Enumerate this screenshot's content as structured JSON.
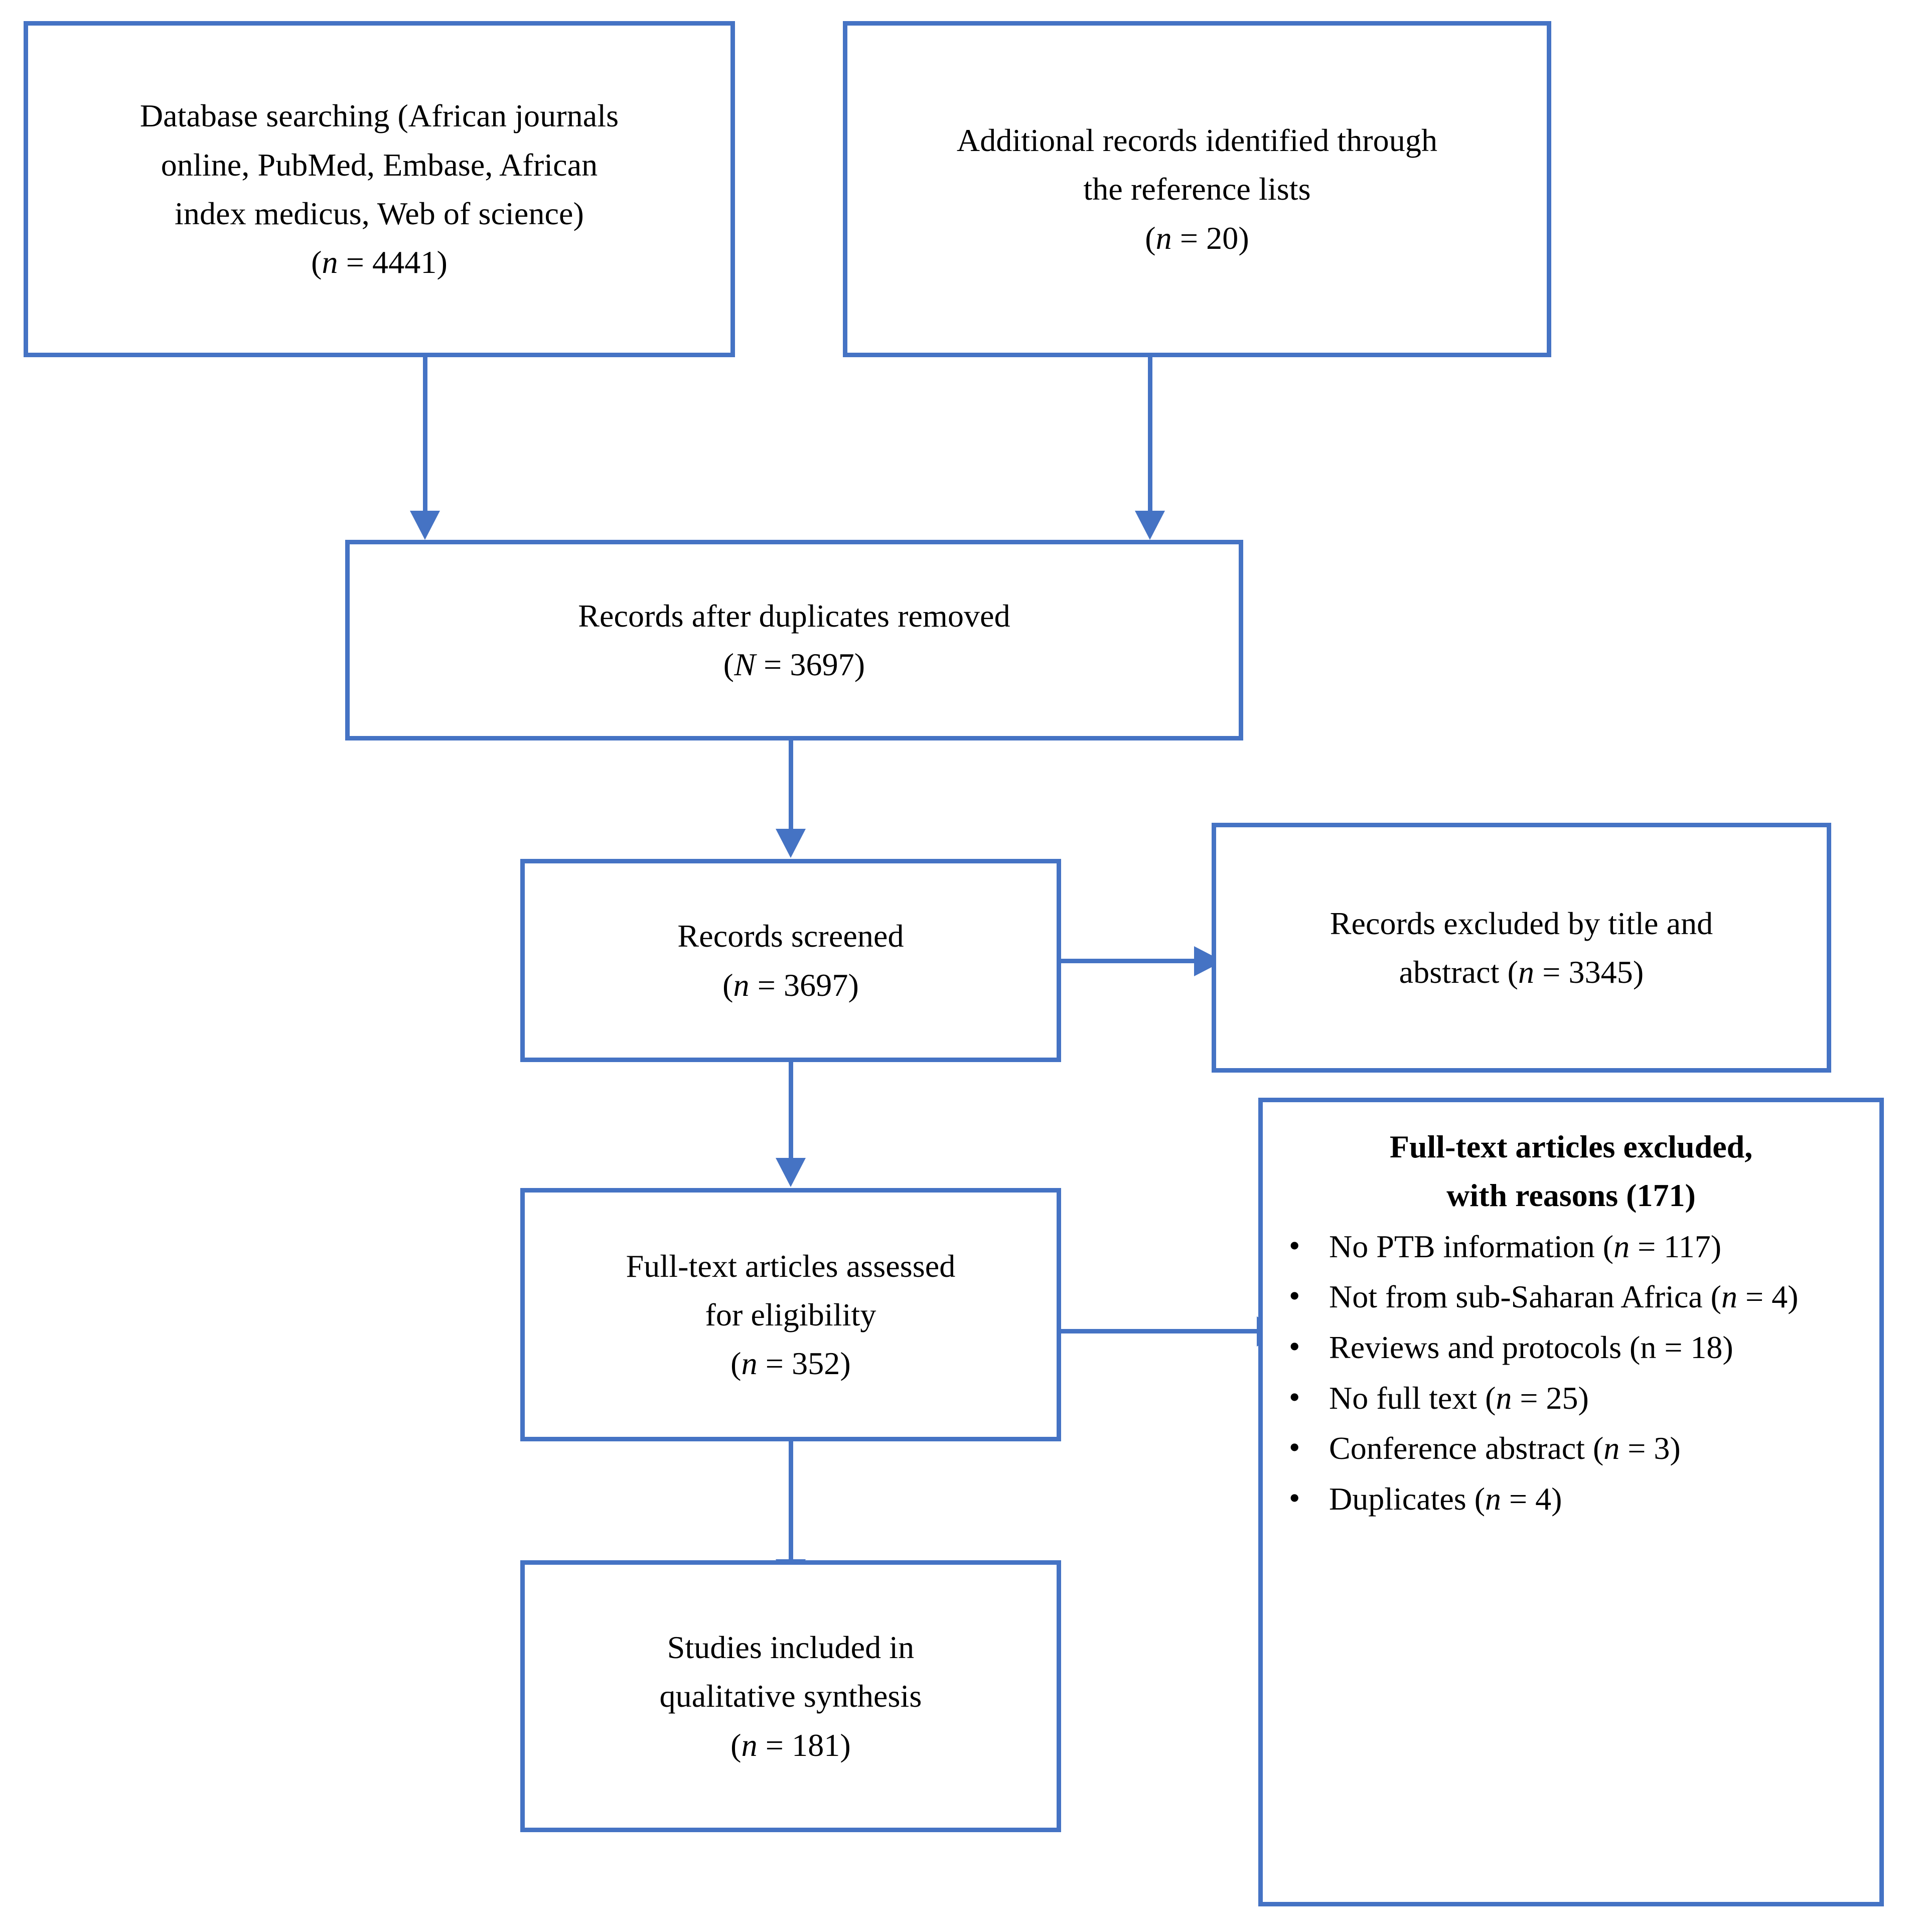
{
  "diagram": {
    "type": "prisma-flow-diagram",
    "accent_color": "#4573c4",
    "text_color": "#000000",
    "background": "#ffffff"
  },
  "boxes": {
    "database_searching": {
      "name": "Database searching",
      "line1": "Database searching (African journals",
      "line2": "online, PubMed, Embase, African",
      "line3": "index medicus, Web of science)",
      "count_open": "(",
      "count_symbol": "n",
      "count_eq": " = 4441)",
      "count_value": "4441"
    },
    "additional_records": {
      "name": "Additional records identified through reference lists",
      "line1": "Additional records identified through",
      "line2": "the reference lists",
      "count_open": "(",
      "count_symbol": "n",
      "count_eq": " = 20)",
      "count_value": "20"
    },
    "duplicates_removed": {
      "name": "Records after duplicates removed",
      "line1": "Records after duplicates removed",
      "count_open": "(",
      "count_symbol": "N",
      "count_eq": " = 3697)",
      "count_value": "3697"
    },
    "records_screened": {
      "name": "Records screened",
      "line1": "Records screened",
      "count_open": "(",
      "count_symbol": "n",
      "count_eq": " = 3697)",
      "count_value": "3697"
    },
    "records_excluded": {
      "name": "Records excluded by title and abstract",
      "line1": "Records excluded by title and",
      "line2_pre": "abstract (",
      "line2_symbol": "n",
      "line2_post": " = 3345)",
      "count_value": "3345"
    },
    "fulltext_assessed": {
      "name": "Full-text articles assessed for eligibility",
      "line1": "Full-text articles assessed",
      "line2": "for eligibility",
      "count_open": "(",
      "count_symbol": "n",
      "count_eq": " = 352)",
      "count_value": "352"
    },
    "studies_included": {
      "name": "Studies included in qualitative synthesis",
      "line1": "Studies included in",
      "line2": "qualitative synthesis",
      "count_open": "(",
      "count_symbol": "n",
      "count_eq": " = 181)",
      "count_value": "181"
    },
    "fulltext_excluded": {
      "name": "Full-text articles excluded, with reasons",
      "title_line1": "Full-text articles excluded,",
      "title_line2": "with reasons (171)",
      "total": "171",
      "bullet_glyph": "•",
      "reasons": [
        {
          "text_pre": "No PTB information (",
          "symbol": "n",
          "text_post": " = 117)",
          "value": "117"
        },
        {
          "text_pre": "Not from sub-Saharan Africa (",
          "symbol": "n",
          "text_post": " = 4)",
          "value": "4"
        },
        {
          "text_pre": "Reviews and protocols (n = 18)",
          "symbol": "",
          "text_post": "",
          "value": "18"
        },
        {
          "text_pre": "No full text (",
          "symbol": "n",
          "text_post": " = 25)",
          "value": "25"
        },
        {
          "text_pre": "Conference abstract (",
          "symbol": "n",
          "text_post": " = 3)",
          "value": "3"
        },
        {
          "text_pre": "Duplicates (",
          "symbol": "n",
          "text_post": " = 4)",
          "value": "4"
        }
      ]
    }
  },
  "chart_data": {
    "type": "table",
    "title": "PRISMA study selection flow",
    "categories": [
      "Database searching",
      "Additional records from reference lists",
      "Records after duplicates removed",
      "Records screened",
      "Records excluded by title and abstract",
      "Full-text articles assessed for eligibility",
      "Full-text articles excluded with reasons",
      "Studies included in qualitative synthesis"
    ],
    "values": [
      4441,
      20,
      3697,
      3697,
      3345,
      352,
      171,
      181
    ],
    "exclusion_reasons": {
      "categories": [
        "No PTB information",
        "Not from sub-Saharan Africa",
        "Reviews and protocols",
        "No full text",
        "Conference abstract",
        "Duplicates"
      ],
      "values": [
        117,
        4,
        18,
        25,
        3,
        4
      ]
    }
  }
}
